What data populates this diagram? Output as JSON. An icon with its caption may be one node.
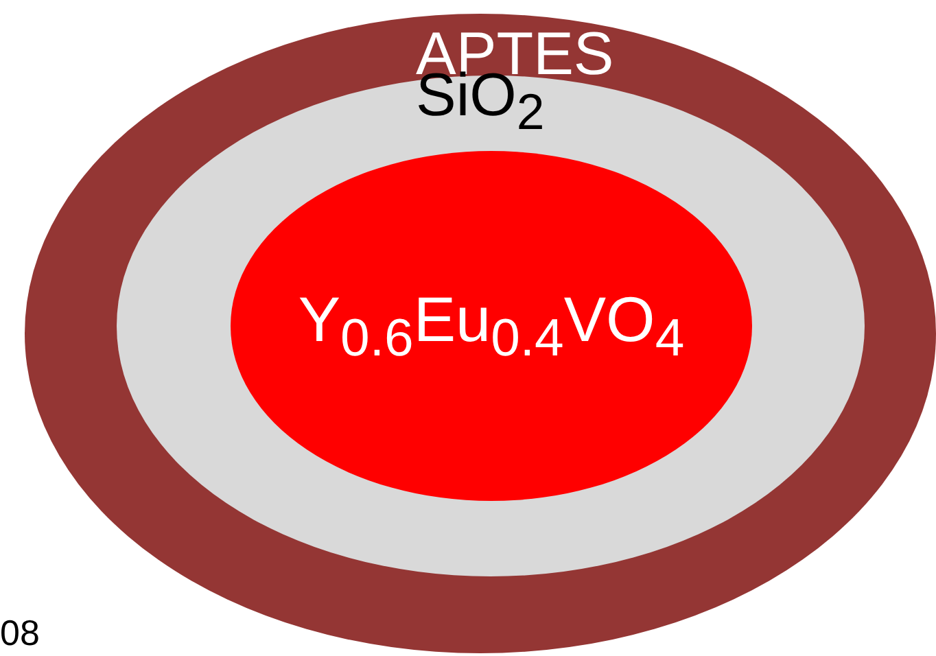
{
  "diagram": {
    "nodes": [
      {
        "text": [
          "APTES"
        ]
      },
      {
        "text": [
          "SiO$_{2}$"
        ],
        "in": 0
      },
      {
        "text": [
          "Y$_{0.6}$Eu$_{0.4}$VO$_{4}$"
        ],
        "in": 1
      }
    ],
    "labels": [
      "08"
    ]
  }
}
